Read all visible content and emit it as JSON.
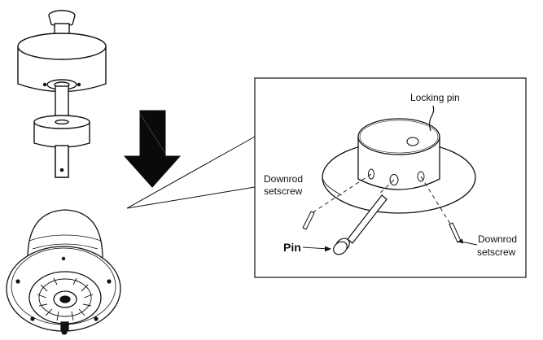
{
  "labels": {
    "locking_pin": "Locking pin",
    "downrod_setscrew_left": [
      "Downrod",
      "setscrew"
    ],
    "downrod_setscrew_right": [
      "Downrod",
      "setscrew"
    ],
    "pin": "Pin"
  },
  "colors": {
    "ink": "#111111",
    "arrow": "#0a0a0a",
    "paper": "#ffffff"
  }
}
